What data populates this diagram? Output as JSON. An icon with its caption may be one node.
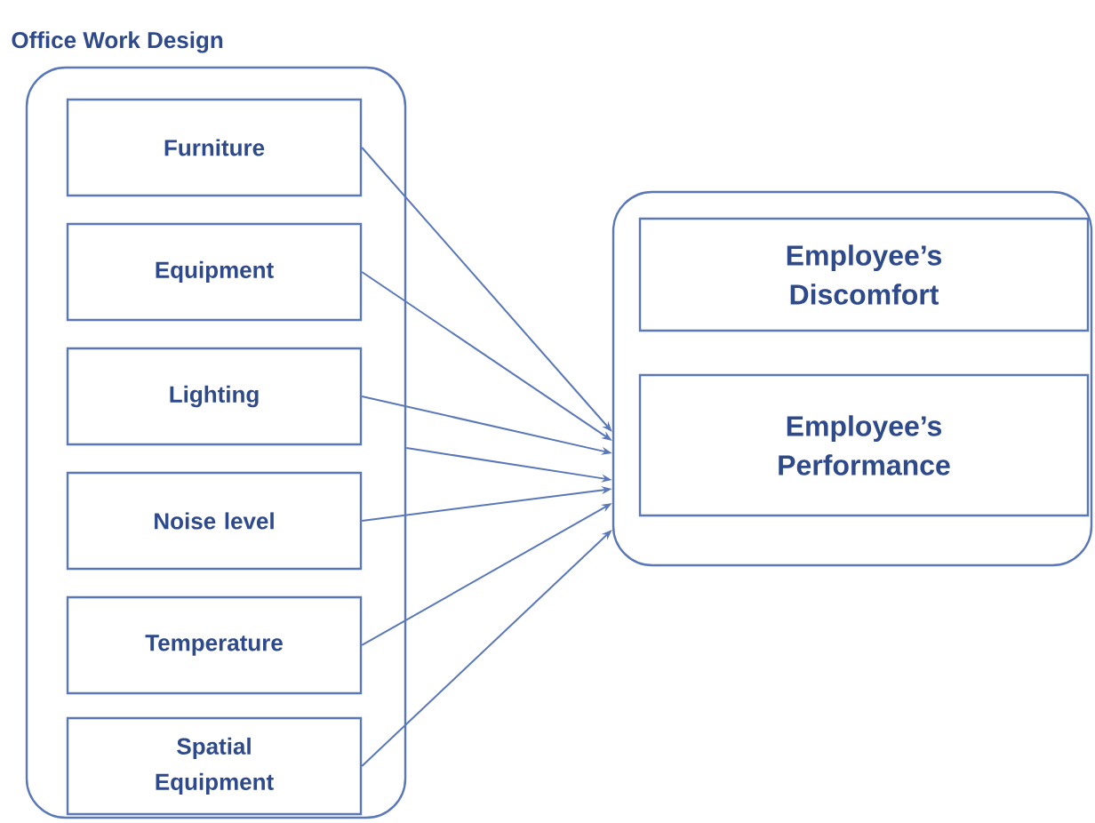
{
  "diagram": {
    "nodes": [
      {
        "text": [
          "Office Work Design"
        ]
      },
      {
        "text": [
          "Furniture"
        ],
        "in": 0
      },
      {
        "text": [
          "Equipment"
        ],
        "in": 0
      },
      {
        "text": [
          "Lighting"
        ],
        "in": 0
      },
      {
        "text": [
          "Noise level"
        ],
        "in": 0
      },
      {
        "text": [
          "Temperature"
        ],
        "in": 0
      },
      {
        "text": [
          "Spatial Equipment"
        ],
        "in": 0
      },
      {
        "text": [],
        "shape": "box"
      },
      {
        "text": [
          "Employee’s Discomfort"
        ],
        "in": 7
      },
      {
        "text": [
          "Employee’s Performance"
        ],
        "in": 7
      }
    ],
    "edges": [
      {
        "from": 1,
        "to": 7,
        "arrow": "to"
      },
      {
        "from": 2,
        "to": 7,
        "arrow": "to"
      },
      {
        "from": 3,
        "to": 7,
        "arrow": "to"
      },
      {
        "from": 0,
        "to": 7,
        "arrow": "to"
      },
      {
        "from": 4,
        "to": 7,
        "arrow": "to"
      },
      {
        "from": 5,
        "to": 7,
        "arrow": "to"
      },
      {
        "from": 6,
        "to": 7,
        "arrow": "to"
      }
    ]
  }
}
